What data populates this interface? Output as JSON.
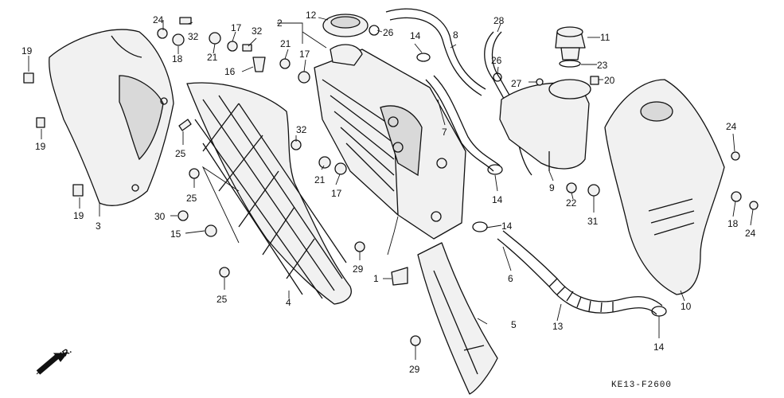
{
  "callouts": [
    "1",
    "2",
    "3",
    "4",
    "5",
    "6",
    "7",
    "8",
    "9",
    "10",
    "11",
    "12",
    "13",
    "14",
    "15",
    "16",
    "17",
    "18",
    "19",
    "20",
    "21",
    "22",
    "23",
    "24",
    "25",
    "26",
    "27",
    "28",
    "29",
    "30",
    "31",
    "32"
  ],
  "front_marker": "FR.",
  "diagram_code": "KE13-F2600"
}
